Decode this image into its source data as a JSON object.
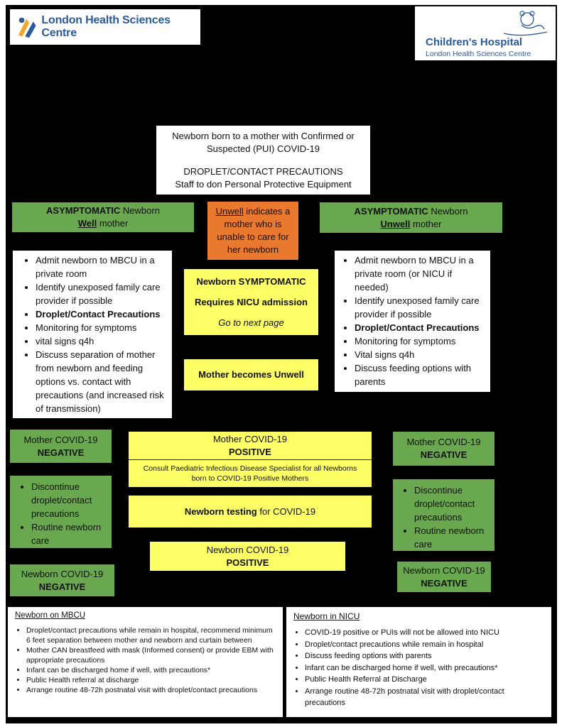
{
  "logos": {
    "lhsc": "London Health Sciences Centre",
    "childrens_title": "Children's Hospital",
    "childrens_sub": "London Health Sciences Centre"
  },
  "top": {
    "line1": "Newborn born to a mother with Confirmed or",
    "line2": "Suspected (PUI) COVID-19",
    "line3": "DROPLET/CONTACT PRECAUTIONS",
    "line4": "Staff to don Personal Protective Equipment"
  },
  "left_header": {
    "bold": "ASYMPTOMATIC",
    "rest": " Newborn",
    "line2_u": "Well",
    "line2_rest": " mother"
  },
  "right_header": {
    "bold": "ASYMPTOMATIC",
    "rest": " Newborn",
    "line2_u": "Unwell",
    "line2_rest": " mother"
  },
  "orange": {
    "u": "Unwell",
    "rest": " indicates a mother who is unable to care for her newborn"
  },
  "left_list": {
    "items": [
      "Admit newborn to MBCU in a private room",
      "Identify unexposed family care provider if possible",
      "Droplet/Contact Precautions",
      "Monitoring for symptoms",
      "vital signs q4h",
      "Discuss separation of mother from newborn and feeding options vs. contact with precautions (and increased risk of transmission)"
    ]
  },
  "right_list": {
    "items": [
      "Admit newborn to MBCU in a private room (or NICU if needed)",
      "Identify unexposed family care provider if possible",
      "Droplet/Contact Precautions",
      "Monitoring for symptoms",
      "Vital signs q4h",
      "Discuss feeding options with parents"
    ]
  },
  "symptomatic": {
    "line1": "Newborn SYMPTOMATIC",
    "line2": "Requires NICU admission",
    "line3": "Go to next page"
  },
  "mother_unwell": "Mother becomes Unwell",
  "left_negative": {
    "line1": "Mother COVID-19",
    "line2": "NEGATIVE"
  },
  "right_negative": {
    "line1": "Mother COVID-19",
    "line2": "NEGATIVE"
  },
  "positive": {
    "line1": "Mother COVID-19",
    "line2": "POSITIVE",
    "consult": "Consult Paediatric Infectious Disease Specialist for all Newborns born to COVID-19 Positive Mothers"
  },
  "left_discontinue": [
    "Discontinue droplet/contact precautions",
    "Routine newborn care"
  ],
  "right_discontinue": [
    "Discontinue droplet/contact precautions",
    "Routine newborn care"
  ],
  "testing": {
    "bold": "Newborn testing",
    "rest": " for COVID-19"
  },
  "newborn_positive": {
    "line1": "Newborn COVID-19",
    "line2": "POSITIVE"
  },
  "left_newborn_negative": {
    "line1": "Newborn COVID-19",
    "line2": "NEGATIVE"
  },
  "right_newborn_negative": {
    "line1": "Newborn COVID-19",
    "line2": "NEGATIVE"
  },
  "mbcu": {
    "title": "Newborn on MBCU",
    "items": [
      "Droplet/contact precautions while remain in hospital, recommend minimum 6 feet separation between mother and newborn and curtain between",
      "Mother CAN breastfeed with mask (Informed consent) or provide EBM with appropriate precautions",
      "Infant can be discharged home if well, with precautions*",
      "Public Health referral at discharge",
      "Arrange routine 48-72h postnatal visit with droplet/contact precautions"
    ]
  },
  "nicu": {
    "title": "Newborn in NICU",
    "items": [
      "COVID-19 positive or PUIs will not be allowed into NICU",
      "Droplet/contact precautions while remain in hospital",
      "Discuss feeding options with parents",
      "Infant can be discharged home if well, with precautions*",
      "Public Health Referral at Discharge",
      "Arrange routine 48-72h postnatal visit with droplet/contact precautions"
    ]
  },
  "colors": {
    "green": "#6aa84f",
    "yellow": "#ffff66",
    "orange": "#e8792f",
    "brand_blue": "#2a5a9c"
  }
}
